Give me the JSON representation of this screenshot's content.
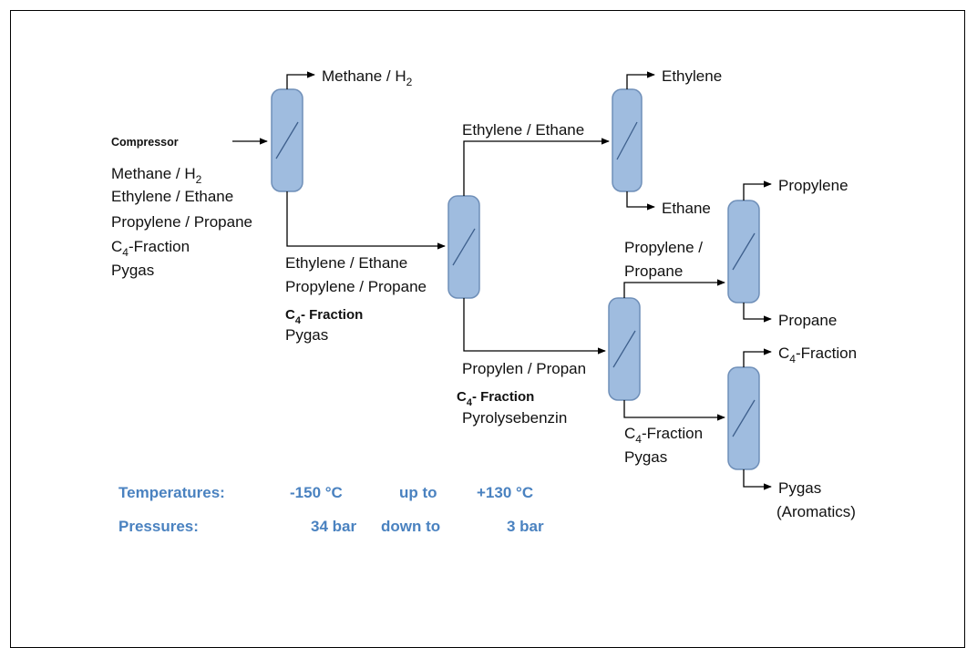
{
  "feed": {
    "title": "Compressor",
    "lines": [
      {
        "main": "Methane / H",
        "sub": "2"
      },
      {
        "main": "Ethylene / Ethane"
      },
      {
        "main": "Propylene / Propane"
      },
      {
        "pre": "C",
        "sub": "4",
        "post": "-Fraction"
      },
      {
        "main": "Pygas"
      }
    ]
  },
  "columns": {
    "demethanizer": {
      "top_label": "Methane / H",
      "top_sub": "2"
    },
    "deethanizer": {
      "in_lines": [
        "Ethylene / Ethane",
        "Propylene / Propane"
      ],
      "in_c4_pre": "C",
      "in_c4_sub": "4",
      "in_c4_post": "- Fraction",
      "in_pygas": "Pygas"
    },
    "c2_splitter": {
      "in_label": "Ethylene / Ethane",
      "top_label": "Ethylene",
      "bottom_label": "Ethane"
    },
    "depropanizer": {
      "in_label": "Propylen / Propan",
      "in_c4_pre": "C",
      "in_c4_sub": "4",
      "in_c4_post": "- Fraction",
      "in_pyro": "Pyrolysebenzin"
    },
    "c3_splitter": {
      "in_lines": [
        "Propylene /",
        "Propane"
      ],
      "top_label": "Propylene",
      "bottom_label": "Propane"
    },
    "debutanizer": {
      "in_c4_pre": "C",
      "in_c4_sub": "4",
      "in_c4_post": "-Fraction",
      "in_pygas": "Pygas",
      "top_pre": "C",
      "top_sub": "4",
      "top_post": "-Fraction",
      "bottom_lines": [
        "Pygas",
        "(Aromatics)"
      ]
    }
  },
  "conditions": {
    "temperatures": {
      "label": "Temperatures:",
      "from": "-150 °C",
      "relation": "up to",
      "to": "+130 °C"
    },
    "pressures": {
      "label": "Pressures:",
      "from": "34 bar",
      "relation": "down to",
      "to": "3 bar"
    }
  },
  "colors": {
    "column_fill": "#9fbcdf",
    "column_stroke": "#6f8fb8",
    "conditions_text": "#4a82c0"
  }
}
